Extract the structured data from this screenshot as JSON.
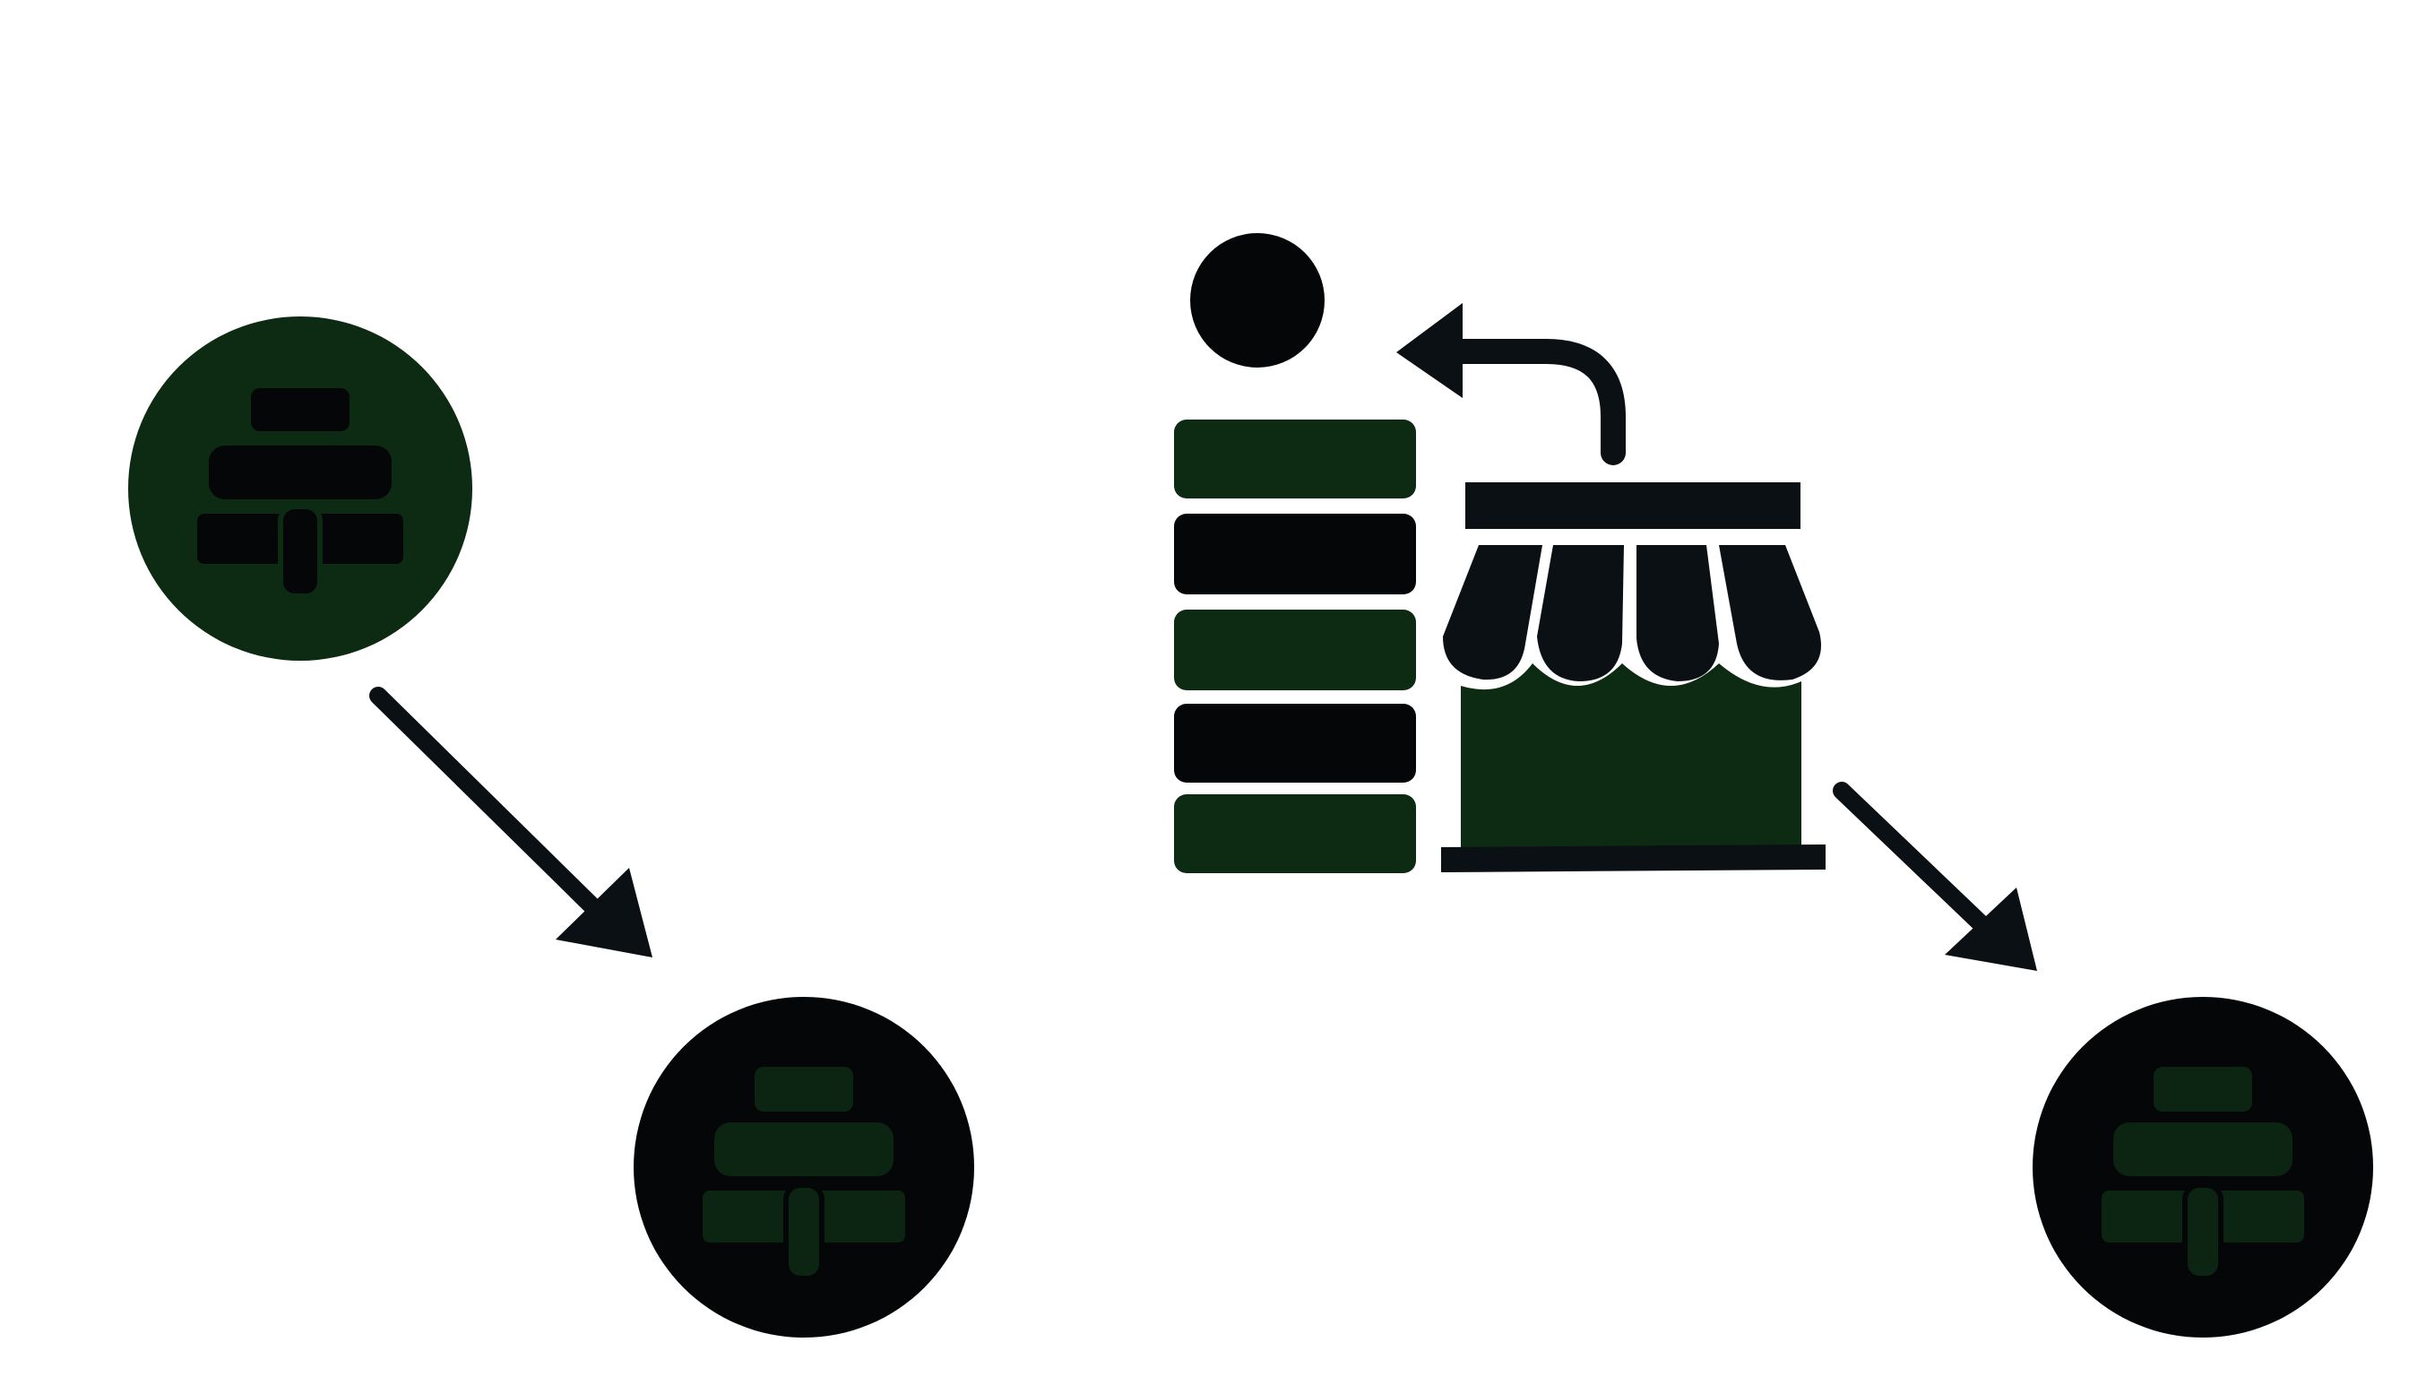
{
  "colors": {
    "background": "#ffffff",
    "dark": "#050607",
    "dark_alt": "#0a1014",
    "green": "#0d2a12",
    "muted_green": "#0c2412",
    "white": "#ffffff"
  },
  "nodes": {
    "top_left_coin": {
      "icon": "stacked-bars-icon",
      "fill": "green",
      "glyph_fill": "dark"
    },
    "bottom_left_coin": {
      "icon": "stacked-bars-icon",
      "fill": "dark",
      "glyph_fill": "muted_green"
    },
    "right_coin": {
      "icon": "stacked-bars-icon",
      "fill": "dark",
      "glyph_fill": "muted_green"
    },
    "stack_person": {
      "icon": "person-with-stack-icon",
      "stack_colors": [
        "green",
        "dark",
        "green",
        "dark",
        "green"
      ]
    },
    "storefront": {
      "icon": "storefront-icon"
    }
  },
  "arrows": {
    "coin_to_coin": {
      "icon": "diagonal-arrow-icon",
      "direction": "down-right"
    },
    "store_to_person": {
      "icon": "return-arrow-icon",
      "direction": "left"
    },
    "store_to_coin": {
      "icon": "diagonal-arrow-icon",
      "direction": "down-right"
    }
  }
}
